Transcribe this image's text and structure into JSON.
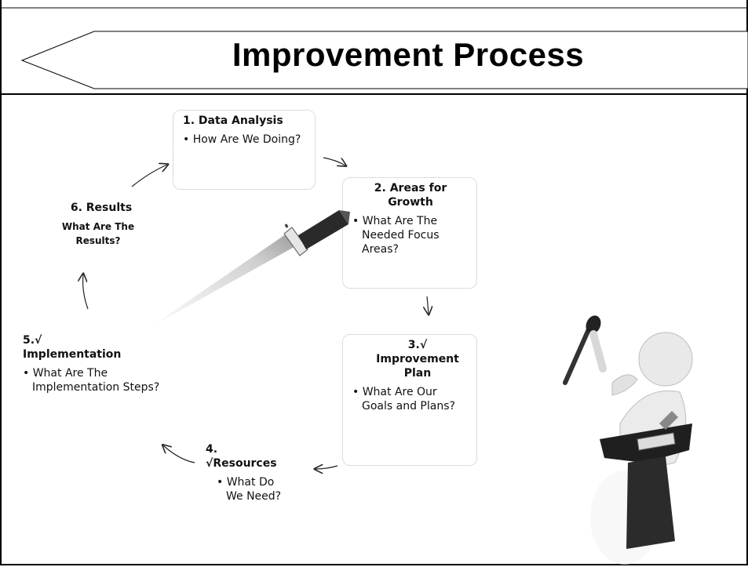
{
  "title": "Improvement Process",
  "nodes": {
    "n1": {
      "head": "1.  Data Analysis",
      "bullet": "• How Are We Doing?"
    },
    "n2": {
      "head": "2.  Areas for Growth",
      "bullet": "• What Are The Needed Focus Areas?"
    },
    "n3": {
      "head": "3.√ Improvement Plan",
      "bullet": "• What Are Our Goals and Plans?"
    },
    "n4": {
      "head": "4. √Resources",
      "bullet": "• What Do We Need?"
    },
    "n5": {
      "head": "5.√ Implementation",
      "bullet": "• What Are The Implementation Steps?"
    },
    "n6": {
      "head": "6. Results",
      "text": "What Are The Results?"
    }
  },
  "decor": {
    "pencil-icon": "pencil-illustration",
    "figure-icon": "figure-with-microphone-and-anvil"
  }
}
